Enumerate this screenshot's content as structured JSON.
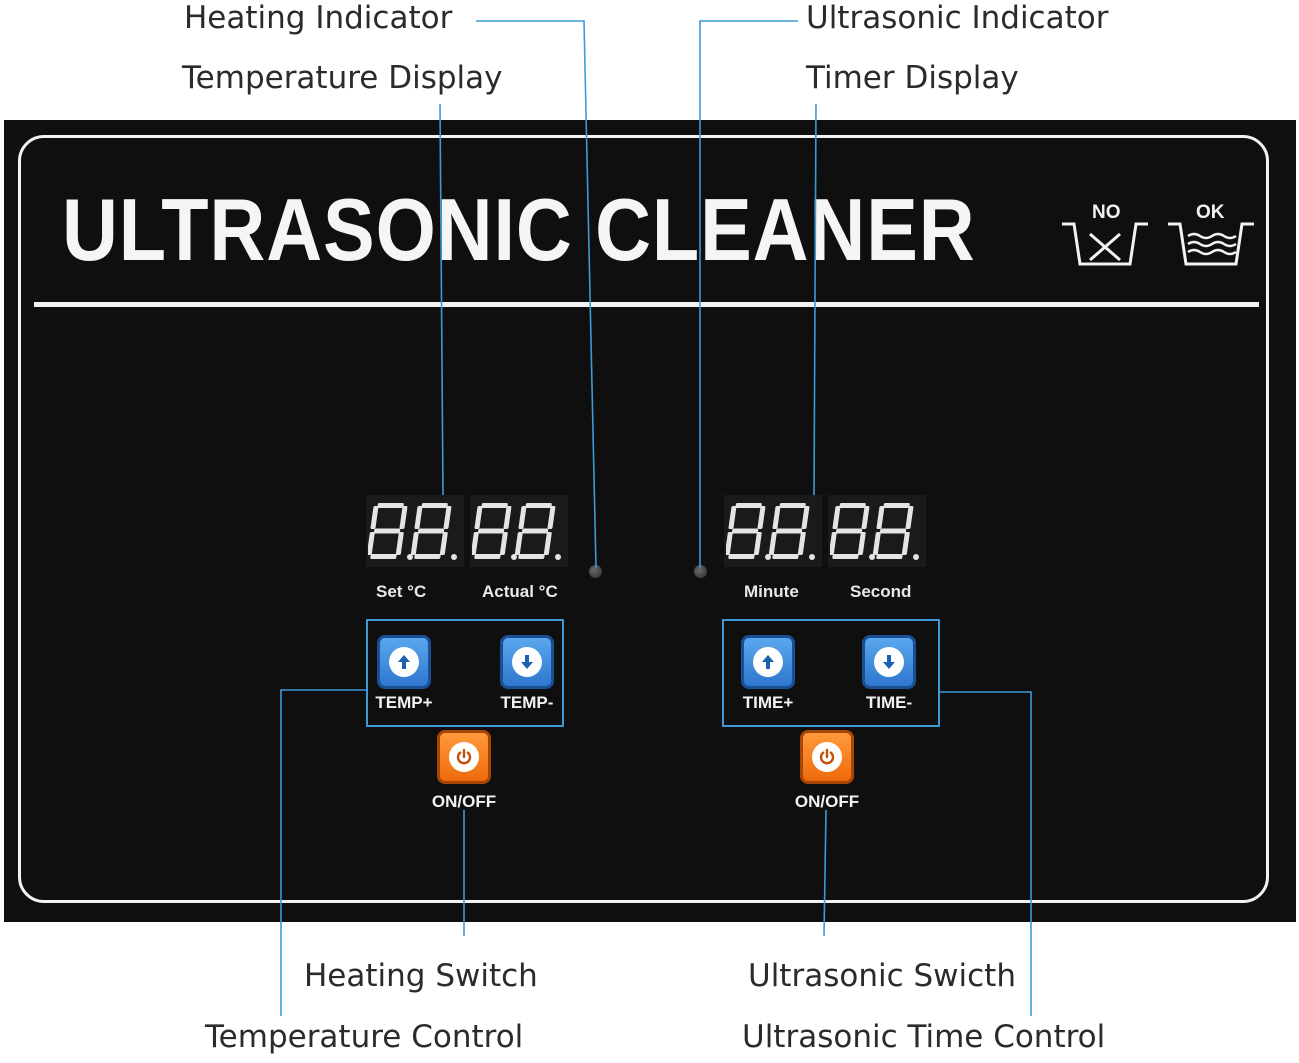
{
  "callouts": {
    "heating_indicator": "Heating Indicator",
    "temperature_display": "Temperature Display",
    "ultrasonic_indicator": "Ultrasonic Indicator",
    "timer_display": "Timer Display",
    "heating_switch": "Heating Switch",
    "temperature_control": "Temperature Control",
    "ultrasonic_switch": "Ultrasonic Swicth",
    "ultrasonic_time_control": "Ultrasonic Time Control"
  },
  "panel": {
    "title": "ULTRASONIC CLEANER",
    "wash_no_label": "NO",
    "wash_ok_label": "OK",
    "temp_display": {
      "set_label": "Set  °C",
      "actual_label": "Actual °C",
      "digits": [
        "8.",
        "8.",
        "8.",
        "8."
      ]
    },
    "timer_display": {
      "minute_label": "Minute",
      "second_label": "Second",
      "digits": [
        "8.",
        "8.",
        "8.",
        "8."
      ]
    },
    "buttons": {
      "temp_up": "TEMP+",
      "temp_down": "TEMP-",
      "heating_power": "ON/OFF",
      "time_up": "TIME+",
      "time_down": "TIME-",
      "ultrasonic_power": "ON/OFF"
    }
  },
  "colors": {
    "panel_bg": "#0f0f0f",
    "leader_line": "#3e9ad6",
    "button_blue": "#3d8ee0",
    "button_orange": "#f7811f",
    "display_segment": "#e4e4e4"
  },
  "icons": {
    "temp_up": "arrow-up-icon",
    "temp_down": "arrow-down-icon",
    "time_up": "arrow-up-icon",
    "time_down": "arrow-down-icon",
    "power": "power-icon",
    "wash_no": "wash-basin-no-icon",
    "wash_ok": "wash-basin-ok-icon"
  }
}
